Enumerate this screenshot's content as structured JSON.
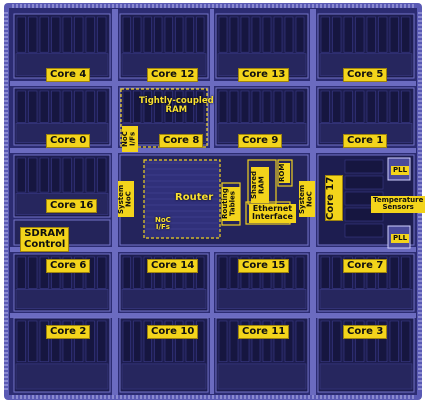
{
  "cores": [
    {
      "id": "c4",
      "label": "Core 4"
    },
    {
      "id": "c12",
      "label": "Core 12"
    },
    {
      "id": "c13",
      "label": "Core 13"
    },
    {
      "id": "c5",
      "label": "Core 5"
    },
    {
      "id": "c0",
      "label": "Core 0"
    },
    {
      "id": "c8",
      "label": "Core 8"
    },
    {
      "id": "c9",
      "label": "Core 9"
    },
    {
      "id": "c1",
      "label": "Core 1"
    },
    {
      "id": "c16",
      "label": "Core 16"
    },
    {
      "id": "c17",
      "label": "Core 17"
    },
    {
      "id": "c6",
      "label": "Core 6"
    },
    {
      "id": "c14",
      "label": "Core 14"
    },
    {
      "id": "c15",
      "label": "Core 15"
    },
    {
      "id": "c7",
      "label": "Core 7"
    },
    {
      "id": "c2",
      "label": "Core 2"
    },
    {
      "id": "c10",
      "label": "Core 10"
    },
    {
      "id": "c11",
      "label": "Core 11"
    },
    {
      "id": "c3",
      "label": "Core 3"
    }
  ],
  "blocks": {
    "ram_line1": "Tightly-coupled",
    "ram_line2": "RAM",
    "noc_ifs_top_1": "NoC",
    "noc_ifs_top_2": "I/Fs",
    "sys_noc_left_1": "System",
    "sys_noc_left_2": "NoC",
    "router": "Router",
    "noc_ifs_bottom_1": "NoC",
    "noc_ifs_bottom_2": "I/Fs",
    "routing_tables_1": "Routing",
    "routing_tables_2": "Tables",
    "shared_ram_1": "Shared",
    "shared_ram_2": "RAM",
    "rom": "ROM",
    "ethernet_1": "Ethernet",
    "ethernet_2": "Interface",
    "sys_noc_right_1": "System",
    "sys_noc_right_2": "NoC",
    "sdram_1": "SDRAM",
    "sdram_2": "Control",
    "pll_top": "PLL",
    "pll_bottom": "PLL",
    "temperature_1": "Temperature",
    "temperature_2": "Sensors"
  },
  "colors": {
    "die": "#3f3f95",
    "pad": "#8a8ad0",
    "label_bg": "#f3d41b",
    "outline": "#f0d020"
  }
}
